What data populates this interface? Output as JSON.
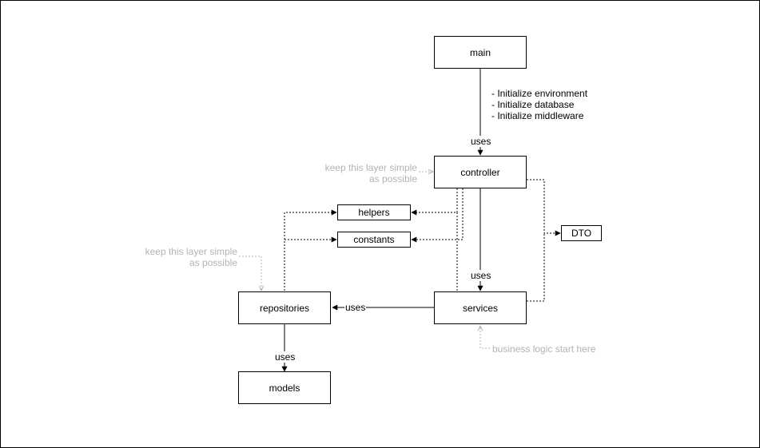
{
  "nodes": {
    "main": "main",
    "controller": "controller",
    "helpers": "helpers",
    "constants": "constants",
    "dto": "DTO",
    "services": "services",
    "repositories": "repositories",
    "models": "models"
  },
  "edges": {
    "main_to_controller": "uses",
    "controller_to_services": "uses",
    "services_to_repositories": "uses",
    "repositories_to_models": "uses"
  },
  "main_notes": [
    "- Initialize environment",
    "- Initialize database",
    "- Initialize middleware"
  ],
  "notes": {
    "controller_note_line1": "keep this layer simple",
    "controller_note_line2": "as possible",
    "repositories_note_line1": "keep this layer simple",
    "repositories_note_line2": "as possible",
    "business_logic": "business logic start here"
  },
  "colors": {
    "line": "#000000",
    "note": "#b3b3b3"
  }
}
